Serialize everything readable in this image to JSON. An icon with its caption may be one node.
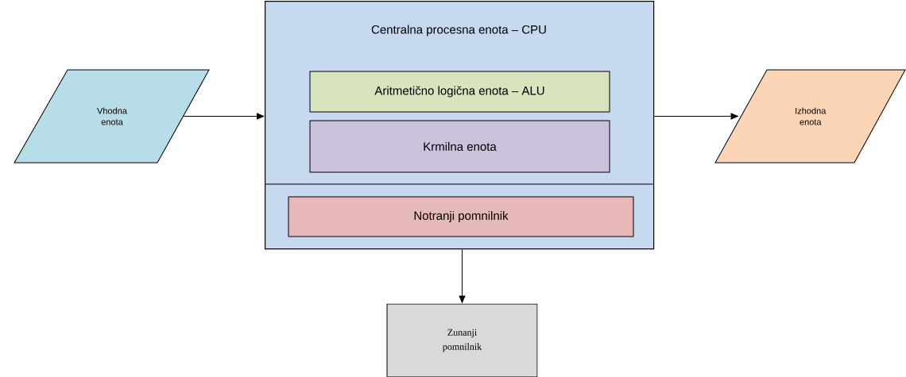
{
  "diagram": {
    "nodes": [
      {
        "text": [
          "Centralna procesna enota – CPU"
        ]
      },
      {
        "text": [
          "Aritmetično logična enota –  ALU"
        ],
        "in": 0
      },
      {
        "text": [
          "Krmilna enota"
        ],
        "in": 0
      },
      {
        "text": [
          "Notranji pomnilnik"
        ],
        "in": 0
      },
      {
        "text": [
          "Vhodna enota"
        ]
      },
      {
        "text": [
          "Izhodna enota"
        ]
      },
      {
        "text": [
          "Zunanji pomnilnik"
        ]
      }
    ],
    "edges": [
      {
        "from": 4,
        "to": 0,
        "arrow": "to"
      },
      {
        "from": 0,
        "to": 5,
        "arrow": "to"
      },
      {
        "from": 0,
        "to": 6,
        "arrow": "to"
      }
    ]
  }
}
